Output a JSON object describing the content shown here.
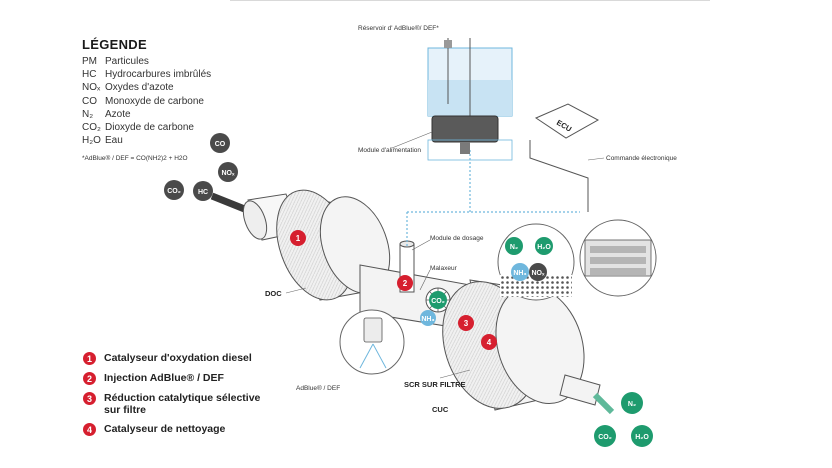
{
  "legend": {
    "title": "LÉGENDE",
    "items": [
      {
        "abbr": "PM",
        "desc": "Particules"
      },
      {
        "abbr": "HC",
        "desc": "Hydrocarbures imbrûlés"
      },
      {
        "abbr": "NOₓ",
        "desc": "Oxydes d'azote"
      },
      {
        "abbr": "CO",
        "desc": "Monoxyde de carbone"
      },
      {
        "abbr": "N₂",
        "desc": "Azote"
      },
      {
        "abbr": "CO₂",
        "desc": "Dioxyde de carbone"
      },
      {
        "abbr": "H₂O",
        "desc": "Eau"
      }
    ],
    "formula": "*AdBlue® / DEF = CO(NH2)2 + H2O"
  },
  "steps": [
    {
      "num": "1",
      "label": "Catalyseur d'oxydation diesel"
    },
    {
      "num": "2",
      "label": "Injection AdBlue® / DEF"
    },
    {
      "num": "3",
      "label": "Réduction catalytique sélective sur filtre"
    },
    {
      "num": "4",
      "label": "Catalyseur de nettoyage"
    }
  ],
  "labels": {
    "reservoir": "Réservoir d' AdBlue®/ DEF*",
    "module_alimentation": "Module d'alimentation",
    "ecu": "ECU",
    "commande": "Commande électronique",
    "module_dosage": "Module de dosage",
    "malaxeur": "Malaxeur",
    "doc": "DOC",
    "adblue_def": "AdBlue® / DEF",
    "scr_filtre": "SCR SUR FILTRE",
    "cuc": "CUC"
  },
  "inlet_gases": [
    "CO",
    "NOₓ",
    "CO₂",
    "HC"
  ],
  "outlet_gases": [
    "N₂",
    "CO₂",
    "H₂O"
  ],
  "mixer_bubbles": [
    "CO₂",
    "NH₃"
  ],
  "reaction_bubbles": [
    "N₂",
    "H₂O",
    "NH₃",
    "NOₓ"
  ],
  "colors": {
    "accent_red": "#d61f2f",
    "dark_gas": "#4a4a4a",
    "green_gas": "#1e9b6e",
    "nh3_blue": "#6fb7dd"
  }
}
